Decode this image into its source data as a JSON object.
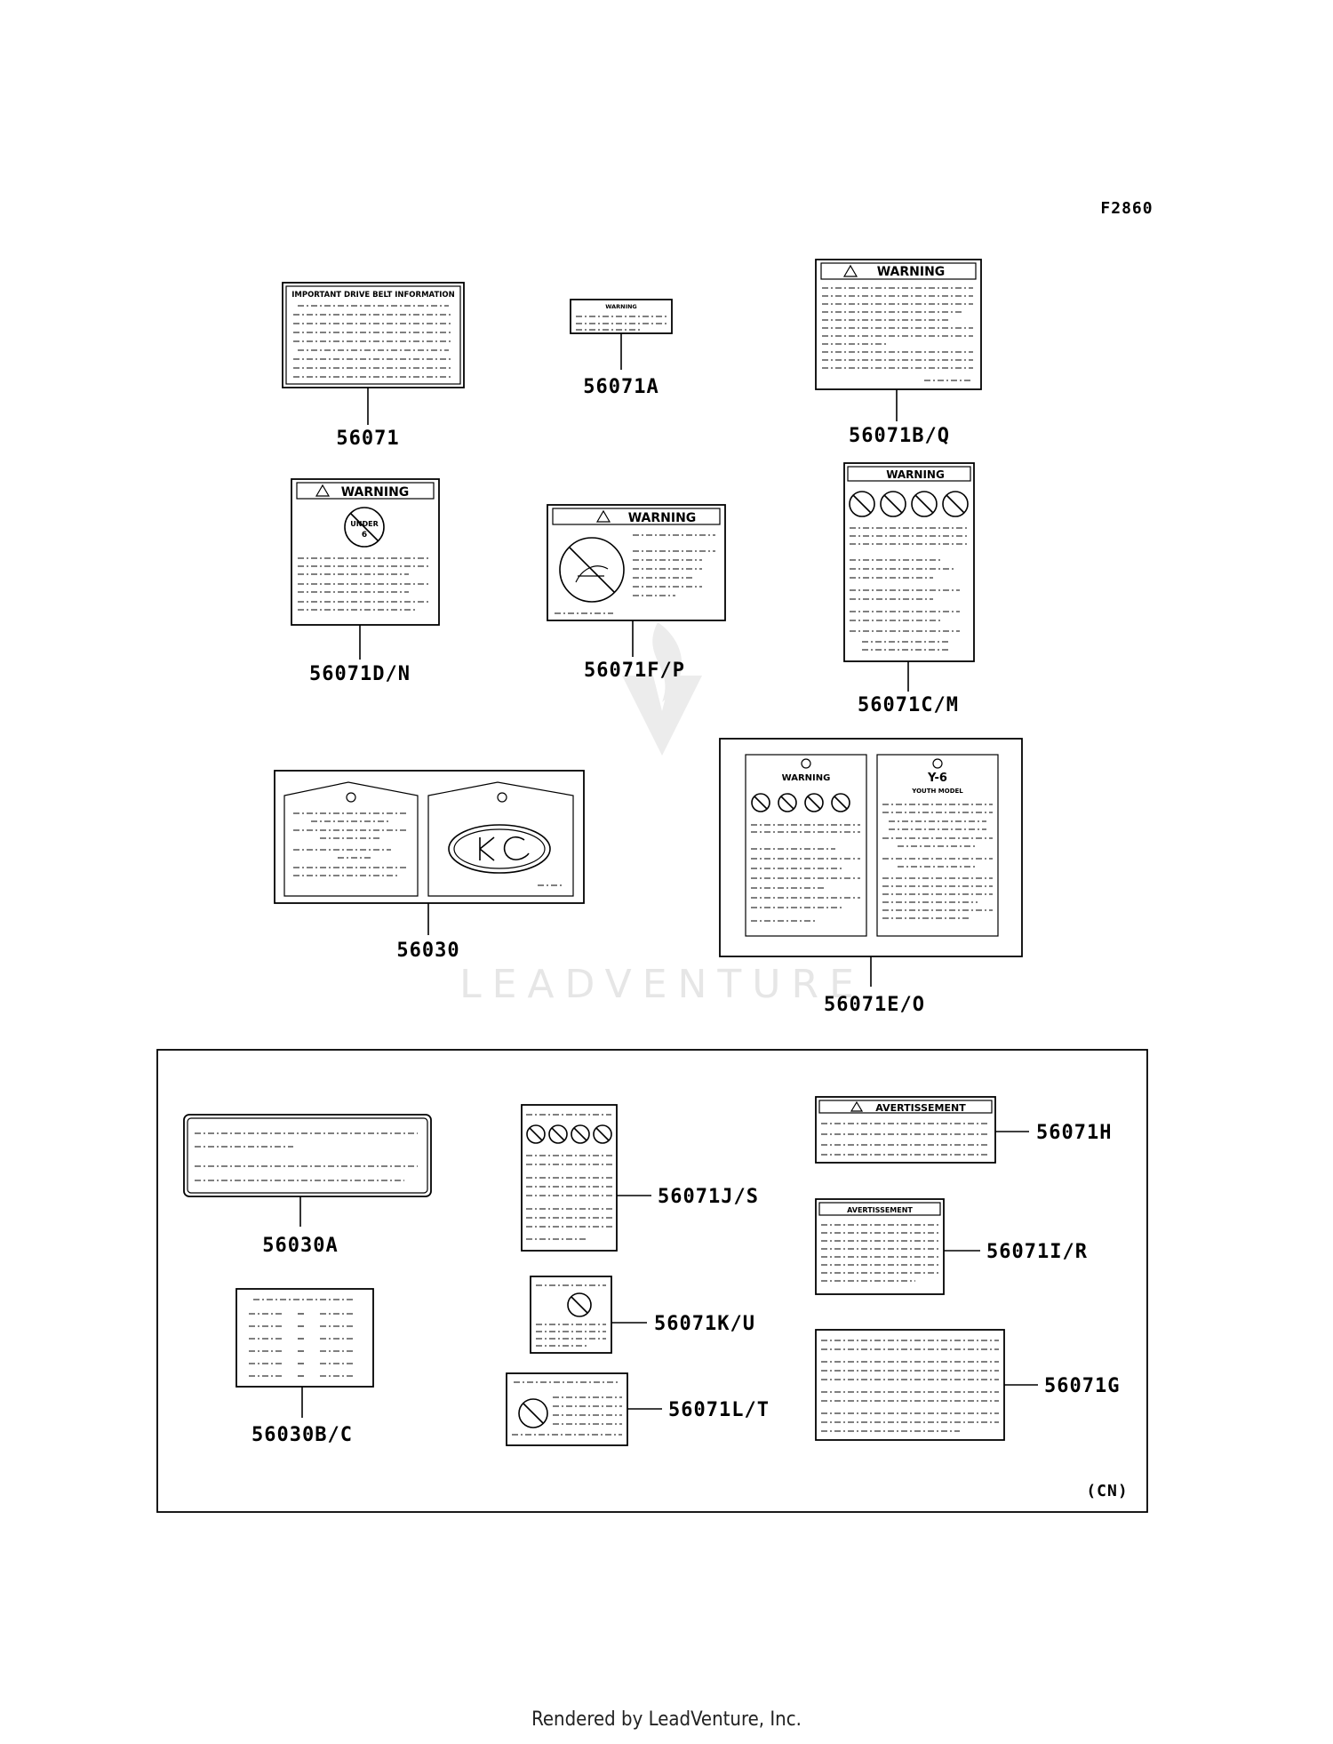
{
  "figure_code": "F2860",
  "region_code": "(CN)",
  "watermark": "LEADVENTURE",
  "footer": "Rendered by LeadVenture, Inc.",
  "header_texts": {
    "drive_belt": "IMPORTANT DRIVE BELT INFORMATION",
    "warning": "WARNING",
    "avertissement": "AVERTISSEMENT",
    "under": "UNDER",
    "under_age": "6",
    "youth_title": "Y-6",
    "youth_sub": "YOUTH MODEL"
  },
  "parts": {
    "p56071": "56071",
    "p56071A": "56071A",
    "p56071BQ": "56071B/Q",
    "p56071DN": "56071D/N",
    "p56071FP": "56071F/P",
    "p56071CM": "56071C/M",
    "p56030": "56030",
    "p56071EO": "56071E/O",
    "p56030A": "56030A",
    "p56071JS": "56071J/S",
    "p56071H": "56071H",
    "p56071IR": "56071I/R",
    "p56030BC": "56030B/C",
    "p56071KU": "56071K/U",
    "p56071LT": "56071L/T",
    "p56071G": "56071G"
  }
}
